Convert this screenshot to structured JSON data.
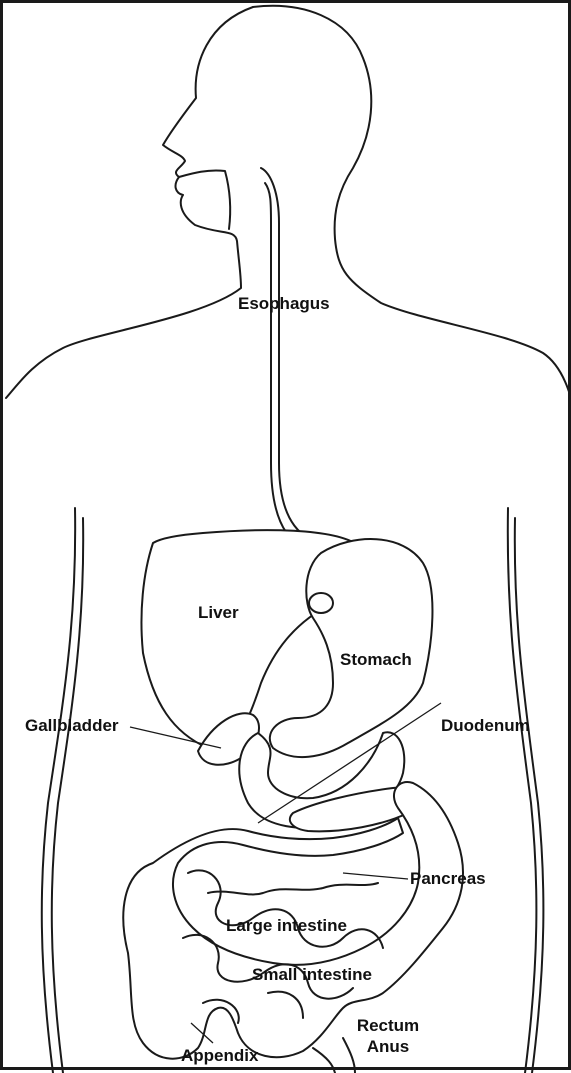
{
  "labels": {
    "esophagus": "Esophagus",
    "liver": "Liver",
    "stomach": "Stomach",
    "gallbladder": "Gallbladder",
    "duodenum": "Duodenum",
    "pancreas": "Pancreas",
    "large_intestine": "Large intestine",
    "small_intestine": "Small intestine",
    "rectum": "Rectum",
    "anus": "Anus",
    "appendix": "Appendix"
  }
}
